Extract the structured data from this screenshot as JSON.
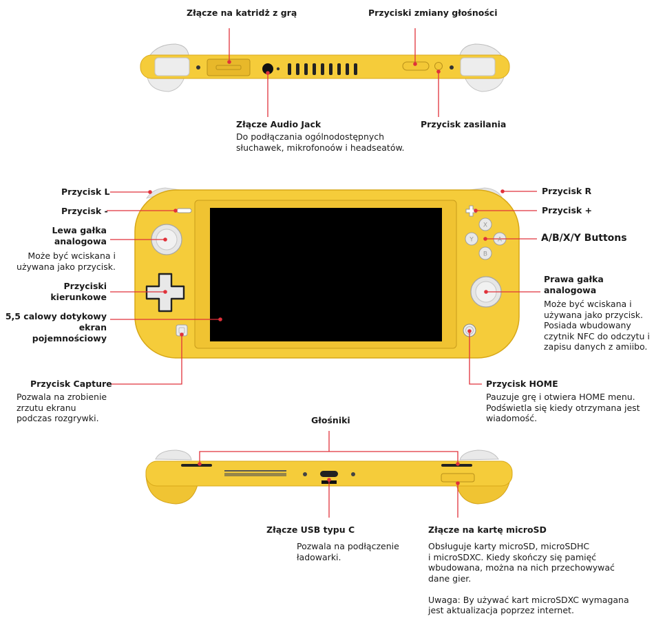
{
  "labels": {
    "cartridge_slot": "Złącze na katridż z grą",
    "volume_buttons": "Przyciski zmiany głośności",
    "audio_jack": "Złącze Audio Jack",
    "audio_jack_desc": "Do podłączania ogólnodostępnych\nsłuchawek, mikrofonoów i headseatów.",
    "power_button": "Przycisk zasilania",
    "button_l": "Przycisk L",
    "button_minus": "Przycisk -",
    "left_stick": "Lewa gałka\nanalogowa",
    "left_stick_desc": "Może być wciskana i\nużywana jako przycisk.",
    "dpad": "Przyciski\nkierunkowe",
    "touchscreen": "5,5 calowy dotykowy\nekran pojemnościowy",
    "button_r": "Przycisk R",
    "button_plus": "Przycisk +",
    "abxy": "A/B/X/Y Buttons",
    "right_stick": "Prawa gałka\nanalogowa",
    "right_stick_desc": "Może być wciskana i\nużywana jako przycisk.\nPosiada wbudowany\nczytnik NFC do odczytu i\nzapisu danych z amiibo.",
    "capture_button": "Przycisk Capture",
    "capture_desc": "Pozwala na zrobienie\nzrzutu ekranu\npodczas rozgrywki.",
    "home_button": "Przycisk HOME",
    "home_desc": "Pauzuje grę i otwiera HOME menu.\nPodświetla się kiedy otrzymana jest\nwiadomość.",
    "speakers": "Głośniki",
    "usb_c": "Złącze USB typu C",
    "usb_c_desc": "Pozwala na podłączenie\nładowarki.",
    "microsd": "Złącze na kartę microSD",
    "microsd_desc": "Obsługuje karty microSD, microSDHC\ni microSDXC. Kiedy skończy się pamięć\nwbudowana, można na nich przechowywać\ndane gier.\n\nUwaga: By używać kart microSDXC  wymagana\njest aktualizacja poprzez internet."
  },
  "buttons": {
    "x": "X",
    "y": "Y",
    "a": "A",
    "b": "B"
  },
  "colors": {
    "body": "#f5cc3a",
    "accent": "#e0313a",
    "screen": "#000000",
    "grey": "#e6e6e6"
  }
}
